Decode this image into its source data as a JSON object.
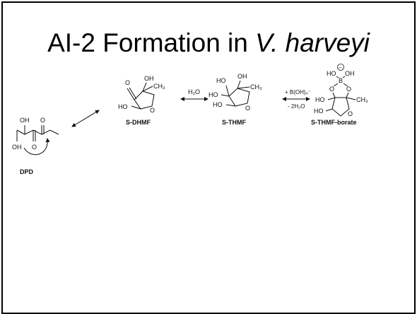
{
  "slide": {
    "title_main": "AI-2 Formation in ",
    "title_species": "V. harveyi"
  },
  "compounds": {
    "dpd": "DPD",
    "s_dhmf": "S-DHMF",
    "s_thmf": "S-THMF",
    "s_thmf_borate": "S-THMF-borate"
  },
  "arrows": {
    "water_label": "H₂O",
    "borate_add": "+ B(OH)₄⁻",
    "water_loss": "- 2H₂O"
  },
  "atoms": {
    "oh": "OH",
    "o": "O",
    "ho": "HO",
    "ch3": "CH₃",
    "b": "B",
    "minus": "−"
  }
}
